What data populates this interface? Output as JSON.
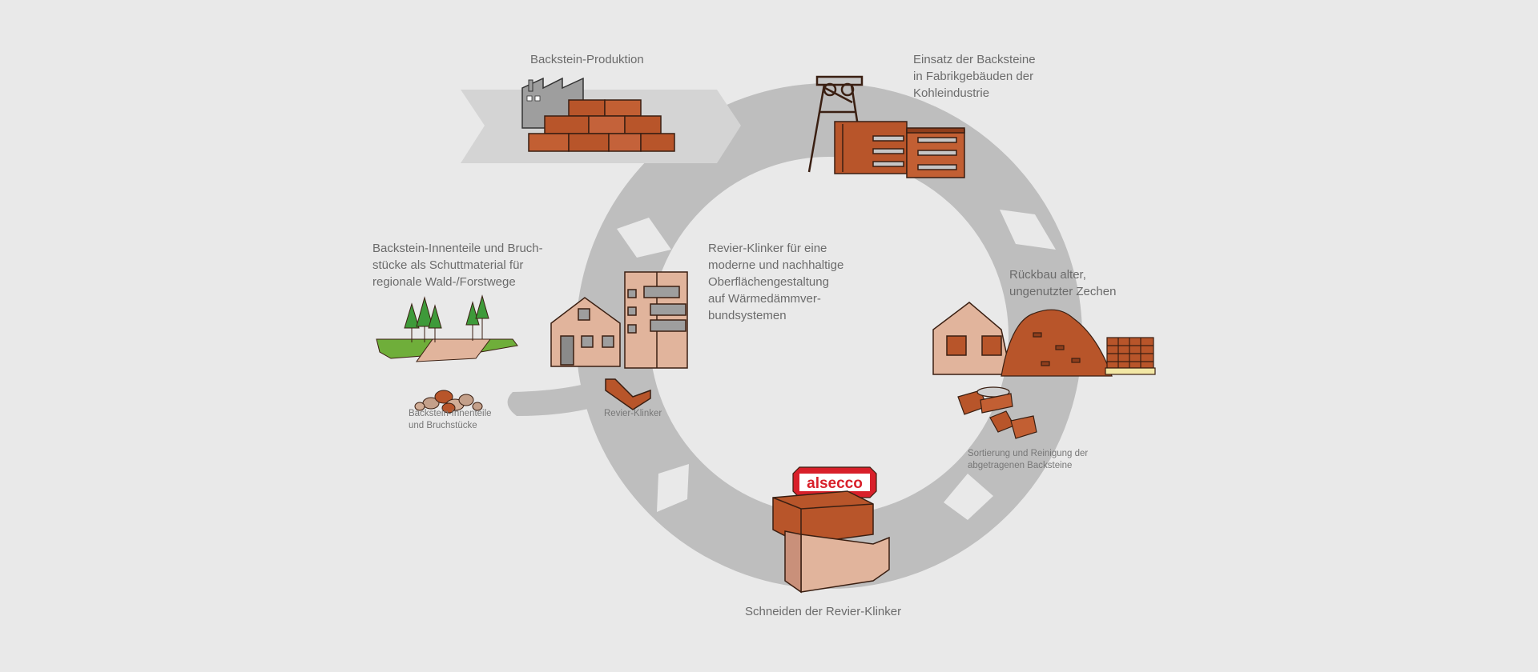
{
  "labels": {
    "production": "Backstein-Produktion",
    "usage": "Einsatz der Backsteine\nin Fabrikgebäuden der\nKohleindustrie",
    "demolition": "Rückbau alter,\nungenutzter Zechen",
    "sorting": "Sortierung und Reinigung der\nabgetragenen Backsteine",
    "cutting": "Schneiden der Revier-Klinker",
    "center": "Revier-Klinker für eine\nmoderne und nachhaltige\nOberflächengestaltung\nauf Wärmedämmver-\nbundsystemen",
    "rubble": "Backstein-Innenteile und Bruch-\nstücke als Schuttmaterial für\nregionale Wald-/Forstwege",
    "rubble_small": "Backstein-Innenteile\nund Bruchstücke",
    "klinker_small": "Revier-Klinker",
    "brand": "alsecco"
  },
  "colors": {
    "background": "#e9e9e9",
    "cycle": "#bdbdbd",
    "cycle_dark": "#b0b0b0",
    "arrow_in": "#d4d4d4",
    "brick": "#b8552a",
    "brick_dark": "#8f3e1c",
    "brick_light": "#d9a68e",
    "grass": "#6fae3a",
    "tree": "#3e9a3a",
    "brand_red": "#d8202a",
    "text": "#6b6b6b"
  },
  "icons": [
    "factory-icon",
    "brick-stack-icon",
    "mine-tower-icon",
    "brick-building-icon",
    "demolished-building-icon",
    "rubble-pile-icon",
    "pallet-icon",
    "loose-bricks-icon",
    "alsecco-sign-icon",
    "klinker-block-icon",
    "houses-icon",
    "corner-klinker-icon",
    "forest-path-icon",
    "stones-icon"
  ]
}
